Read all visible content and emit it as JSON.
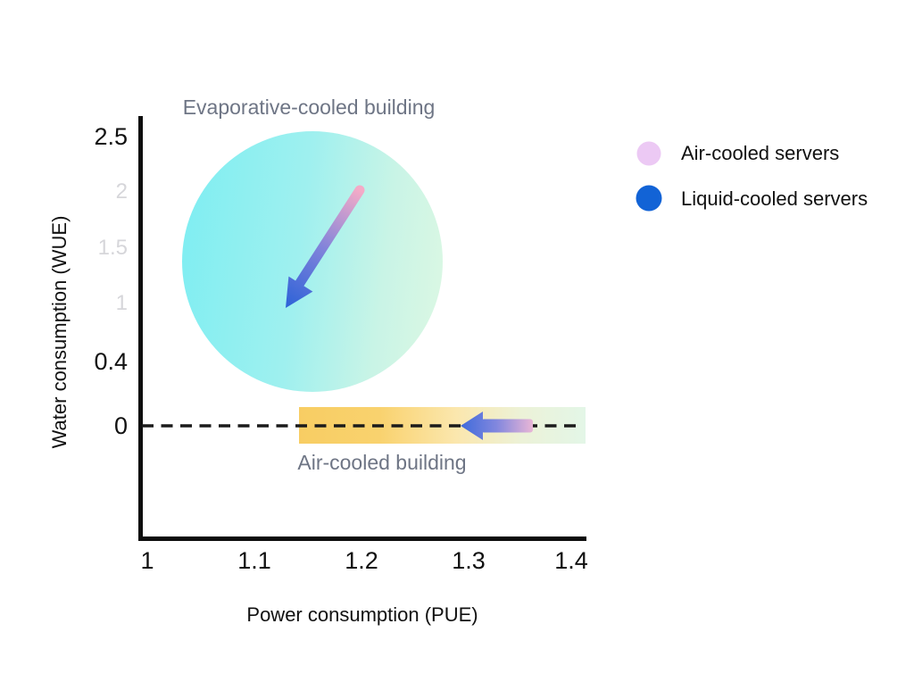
{
  "chart_data": {
    "type": "scatter",
    "title": "",
    "xlabel": "Power consumption (PUE)",
    "ylabel": "Water consumption (WUE)",
    "x_ticks": [
      "1",
      "1.1",
      "1.2",
      "1.3",
      "1.4"
    ],
    "y_ticks": [
      "2.5",
      "2",
      "1.5",
      "1",
      "0.4",
      "0"
    ],
    "xlim": [
      1,
      1.4
    ],
    "ylim": [
      0,
      2.5
    ],
    "grid": false,
    "dashed_reference_line_wue": 0,
    "regions": [
      {
        "label": "Evaporative-cooled building",
        "shape": "gradient-circle",
        "pue_range": [
          1.03,
          1.28
        ],
        "wue_range": [
          0.2,
          2.55
        ],
        "arrow": {
          "from_pue": 1.2,
          "from_wue": 2.0,
          "to_pue": 1.13,
          "to_wue": 1.0
        }
      },
      {
        "label": "Air-cooled building",
        "shape": "gradient-horizontal-band",
        "pue_range": [
          1.14,
          1.41
        ],
        "wue_center": 0,
        "arrow": {
          "from_pue": 1.36,
          "from_wue": 0,
          "to_pue": 1.3,
          "to_wue": 0
        }
      }
    ],
    "legend": [
      {
        "label": "Air-cooled servers",
        "color": "#ecc9f4"
      },
      {
        "label": "Liquid-cooled servers",
        "color": "#1263d6"
      }
    ]
  },
  "colors": {
    "circle_gradient_start": "#7deef2",
    "circle_gradient_end": "#ddf8e3",
    "band_gradient_start": "#f8cd63",
    "band_gradient_end": "#e3f6e7",
    "arrow_pink": "#f4abc7",
    "arrow_blue": "#2e63d8",
    "axis": "#0d0d0d",
    "muted_tick": "#d6d6da",
    "region_label": "#6e7585"
  }
}
